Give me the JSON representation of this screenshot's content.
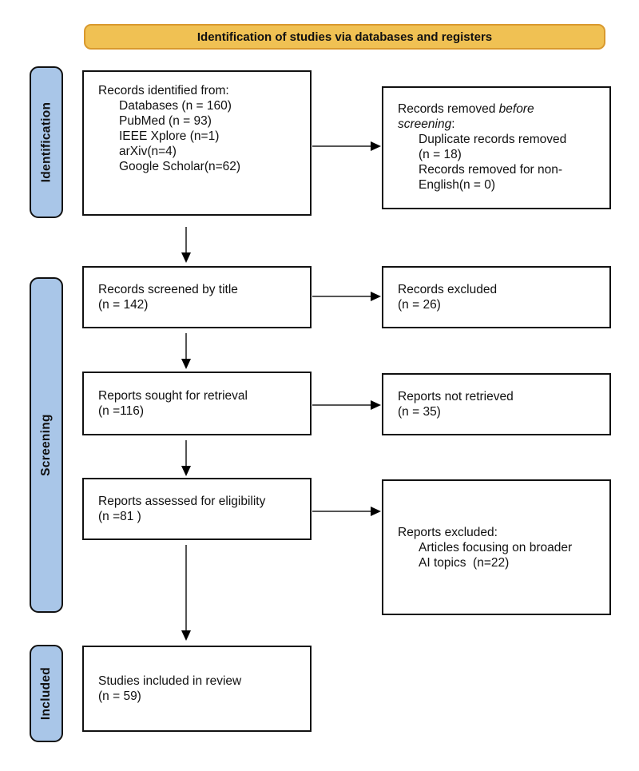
{
  "banner": {
    "label": "Identification of studies via databases and registers"
  },
  "colors": {
    "banner_bg": "#F0C153",
    "banner_border": "#D9992E",
    "stage_bg": "#A9C6E8",
    "box_border": "#111111",
    "arrow_line": "#555555",
    "arrow_head": "#000000"
  },
  "stages": {
    "identification": "Identification",
    "screening": "Screening",
    "included": "Included"
  },
  "boxes": {
    "identified": {
      "lines": [
        "Records identified from:",
        "Databases (n = 160)",
        "PubMed (n = 93)",
        "IEEE Xplore (n=1)",
        "arXiv(n=4)",
        "Google Scholar(n=62)"
      ]
    },
    "removed": {
      "l1_normal": "Records removed ",
      "l1_italic": "before",
      "l2_italic": "screening",
      "l2_normal": ":",
      "lines": [
        "Duplicate records removed",
        "(n = 18)",
        "Records removed for non-",
        "English(n = 0)"
      ]
    },
    "screened": {
      "lines": [
        "Records screened by title",
        "(n = 142)"
      ]
    },
    "records_excluded": {
      "lines": [
        "Records excluded",
        "(n = 26)"
      ]
    },
    "sought": {
      "lines": [
        "Reports sought for retrieval",
        "(n =116)"
      ]
    },
    "not_retrieved": {
      "lines": [
        "Reports not retrieved",
        "(n = 35)"
      ]
    },
    "assessed": {
      "lines": [
        "Reports assessed for eligibility",
        "(n =81 )"
      ]
    },
    "reports_excluded": {
      "lines": [
        "Reports excluded:",
        "Articles focusing on broader",
        "AI topics  (n=22)"
      ]
    },
    "included": {
      "lines": [
        "Studies included in review",
        "(n = 59)"
      ]
    }
  }
}
